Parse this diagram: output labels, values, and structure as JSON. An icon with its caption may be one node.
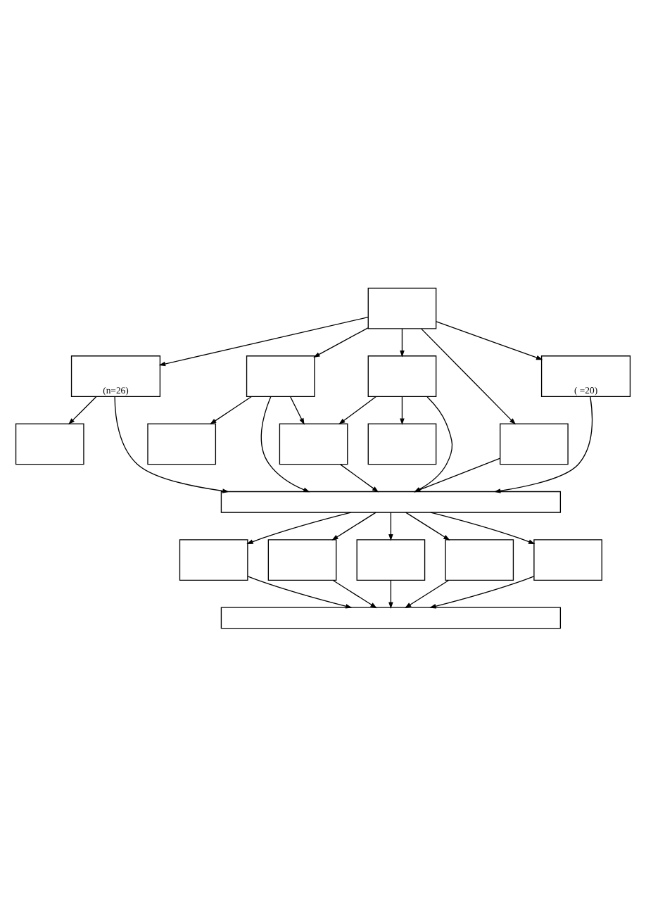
{
  "diagram": {
    "nodes": [
      {
        "text": [],
        "shape": "box"
      },
      {
        "text": [],
        "shape": "box"
      },
      {
        "text": [
          "(n=26)"
        ]
      },
      {
        "text": [],
        "shape": "box"
      },
      {
        "text": [],
        "shape": "box"
      },
      {
        "text": [],
        "shape": "box"
      },
      {
        "text": [],
        "shape": "box"
      },
      {
        "text": [],
        "shape": "box"
      },
      {
        "text": [],
        "shape": "box"
      },
      {
        "text": [
          "( =20)"
        ]
      },
      {
        "text": [],
        "shape": "bar"
      },
      {
        "text": [],
        "shape": "box"
      },
      {
        "text": [],
        "shape": "box"
      },
      {
        "text": [],
        "shape": "box"
      },
      {
        "text": [],
        "shape": "box"
      },
      {
        "text": [],
        "shape": "box"
      },
      {
        "text": [],
        "shape": "bar"
      }
    ],
    "edges": [
      {
        "from": 1,
        "to": 3,
        "arrow": "to"
      },
      {
        "from": 4,
        "to": 0,
        "arrow": "to"
      },
      {
        "from": 3,
        "to": 0,
        "arrow": "to"
      },
      {
        "from": 1,
        "to": 4,
        "arrow": "to"
      },
      {
        "from": 1,
        "to": 2,
        "arrow": "to"
      },
      {
        "from": 1,
        "to": 8,
        "arrow": "to"
      },
      {
        "from": 1,
        "to": 9,
        "arrow": "to"
      },
      {
        "from": 2,
        "to": 5,
        "arrow": "to"
      },
      {
        "from": 3,
        "to": 6,
        "arrow": "to"
      },
      {
        "from": 4,
        "to": 7,
        "arrow": "to"
      },
      {
        "from": 0,
        "to": 10,
        "arrow": "to"
      },
      {
        "from": 3,
        "to": 10,
        "arrow": "to"
      },
      {
        "from": 4,
        "to": 10,
        "arrow": "to"
      },
      {
        "from": 8,
        "to": 10,
        "arrow": "to"
      },
      {
        "from": 2,
        "to": 10,
        "arrow": "to"
      },
      {
        "from": 9,
        "to": 10,
        "arrow": "to"
      },
      {
        "from": 10,
        "to": 11,
        "arrow": "to"
      },
      {
        "from": 10,
        "to": 14,
        "arrow": "to"
      },
      {
        "from": 10,
        "to": 15,
        "arrow": "to"
      },
      {
        "from": 10,
        "to": 12,
        "arrow": "to"
      },
      {
        "from": 10,
        "to": 13,
        "arrow": "to"
      },
      {
        "from": 11,
        "to": 16,
        "arrow": "to"
      },
      {
        "from": 13,
        "to": 16,
        "arrow": "to"
      },
      {
        "from": 15,
        "to": 16,
        "arrow": "to"
      },
      {
        "from": 14,
        "to": 16,
        "arrow": "to"
      },
      {
        "from": 12,
        "to": 16,
        "arrow": "to"
      }
    ]
  }
}
